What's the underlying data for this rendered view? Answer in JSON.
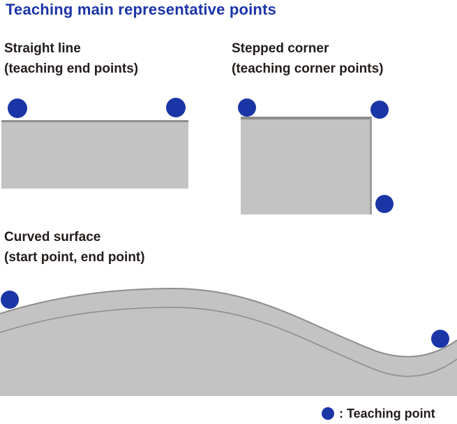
{
  "title": {
    "text": "Teaching main representative points"
  },
  "colors": {
    "accent_blue": "#1b35a8",
    "teach_dot": "#1a35a6",
    "shape_fill": "#c4c3c3",
    "shape_edge": "#8d8d8d",
    "shape_edge_light": "#9c9c9c",
    "label_text": "#221c1a"
  },
  "examples": [
    {
      "name": "Straight line",
      "detail": "(teaching end points)"
    },
    {
      "name": "Stepped corner",
      "detail": "(teaching corner points)"
    },
    {
      "name": "Curved surface",
      "detail": "(start point, end point)"
    }
  ],
  "legend": {
    "label": ": Teaching point"
  }
}
